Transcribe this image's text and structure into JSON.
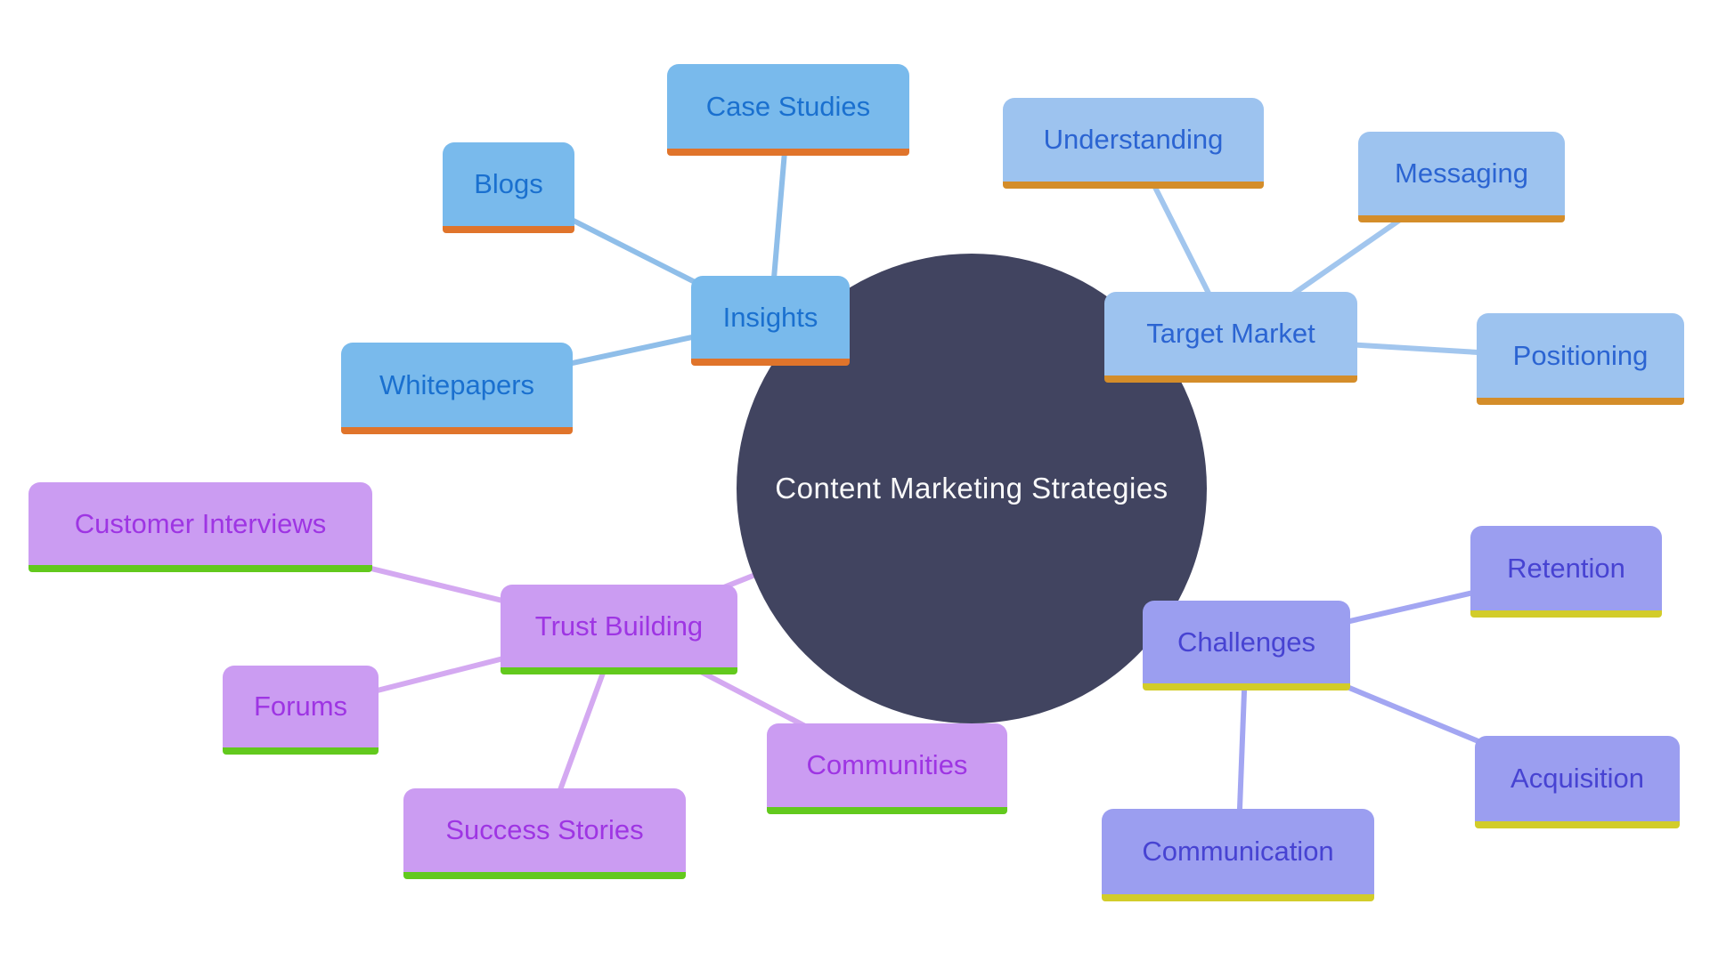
{
  "diagram_type": "mind map",
  "center": {
    "label": "Content Marketing Strategies"
  },
  "branches": [
    {
      "label": "Insights",
      "fill": "#79baec",
      "underline": "#e0742b",
      "text_color": "#1a70cf",
      "edge_color": "#8fbee9",
      "children": [
        {
          "label": "Case Studies"
        },
        {
          "label": "Blogs"
        },
        {
          "label": "Whitepapers"
        }
      ]
    },
    {
      "label": "Target Market",
      "fill": "#9dc3ef",
      "underline": "#d48d2a",
      "text_color": "#2b64d2",
      "edge_color": "#a2c6ee",
      "children": [
        {
          "label": "Understanding"
        },
        {
          "label": "Messaging"
        },
        {
          "label": "Positioning"
        }
      ]
    },
    {
      "label": "Challenges",
      "fill": "#9b9ef0",
      "underline": "#d2cc2a",
      "text_color": "#4743d2",
      "edge_color": "#a3a6f2",
      "children": [
        {
          "label": "Retention"
        },
        {
          "label": "Acquisition"
        },
        {
          "label": "Communication"
        }
      ]
    },
    {
      "label": "Trust Building",
      "fill": "#cb9cf2",
      "underline": "#62c91d",
      "text_color": "#9e35e3",
      "edge_color": "#d4a9f1",
      "children": [
        {
          "label": "Customer Interviews"
        },
        {
          "label": "Forums"
        },
        {
          "label": "Success Stories"
        },
        {
          "label": "Communities"
        }
      ]
    }
  ],
  "palette": {
    "background": "#ffffff",
    "center_fill": "#414460",
    "center_text": "#fafafa"
  }
}
